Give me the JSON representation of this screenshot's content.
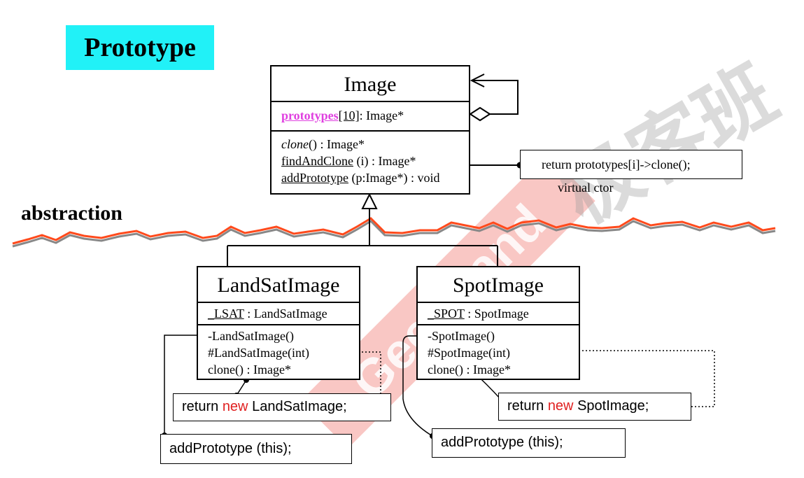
{
  "title": "Prototype",
  "abstraction_label": "abstraction",
  "image_class": {
    "name": "Image",
    "attribute": {
      "name": "prototypes",
      "index": "[10]",
      "type": ": Image*"
    },
    "methods": [
      {
        "name": "clone",
        "rest": "() : Image*"
      },
      {
        "name": "findAndClone",
        "rest": " (i) : Image*"
      },
      {
        "name": "addPrototype",
        "rest": " (p:Image*) : void"
      }
    ]
  },
  "note": {
    "text": "return prototypes[i]->clone();",
    "caption": "virtual ctor"
  },
  "landsat_class": {
    "name": "LandSatImage",
    "attribute": {
      "name": "_LSAT",
      "type": " : LandSatImage"
    },
    "methods": [
      "-LandSatImage()",
      "#LandSatImage(int)",
      "clone() : Image*"
    ]
  },
  "spot_class": {
    "name": "SpotImage",
    "attribute": {
      "name": "_SPOT",
      "type": " : SpotImage"
    },
    "methods": [
      "-SpotImage()",
      "#SpotImage(int)",
      "clone() : Image*"
    ]
  },
  "code": {
    "landsat_return": {
      "pre": "return ",
      "kw": "new",
      "post": " LandSatImage;"
    },
    "spot_return": {
      "pre": "return ",
      "kw": "new",
      "post": " SpotImage;"
    },
    "landsat_add": "addPrototype (this);",
    "spot_add": "addPrototype (this);"
  },
  "watermark": {
    "text": "GeekBand",
    "cjk": "极客班",
    "color": "#e8372b"
  }
}
